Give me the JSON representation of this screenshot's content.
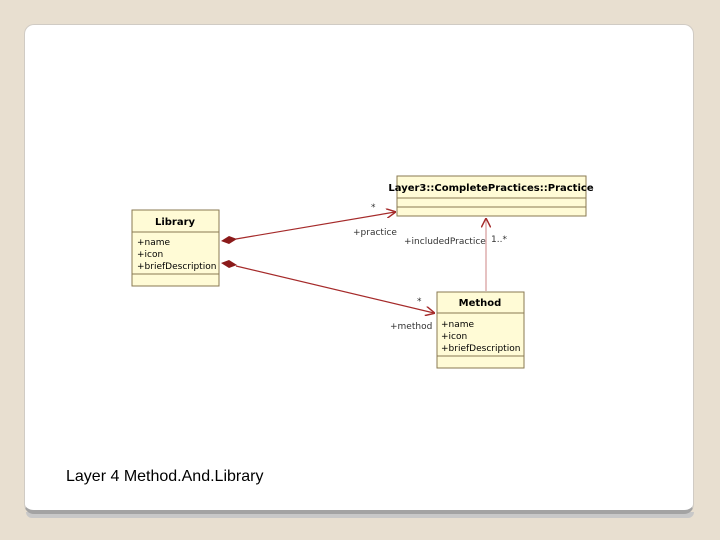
{
  "caption": "Layer 4 Method.And.Library",
  "colors": {
    "class_fill": "#fffbd6",
    "class_border": "#8a7a52",
    "line": "#a52a2a",
    "background": "#e8dfd0"
  },
  "classes": {
    "practice": {
      "name": "Layer3::CompletePractices::Practice",
      "attributes": []
    },
    "library": {
      "name": "Library",
      "attributes": [
        "+name",
        "+icon",
        "+briefDescription"
      ]
    },
    "method": {
      "name": "Method",
      "attributes": [
        "+name",
        "+icon",
        "+briefDescription"
      ]
    }
  },
  "associations": {
    "library_practice": {
      "role": "+practice",
      "multiplicity": "*"
    },
    "library_method": {
      "role": "+method",
      "multiplicity": "*"
    },
    "method_practice": {
      "role": "+includedPractice",
      "multiplicity": "1..*"
    }
  }
}
